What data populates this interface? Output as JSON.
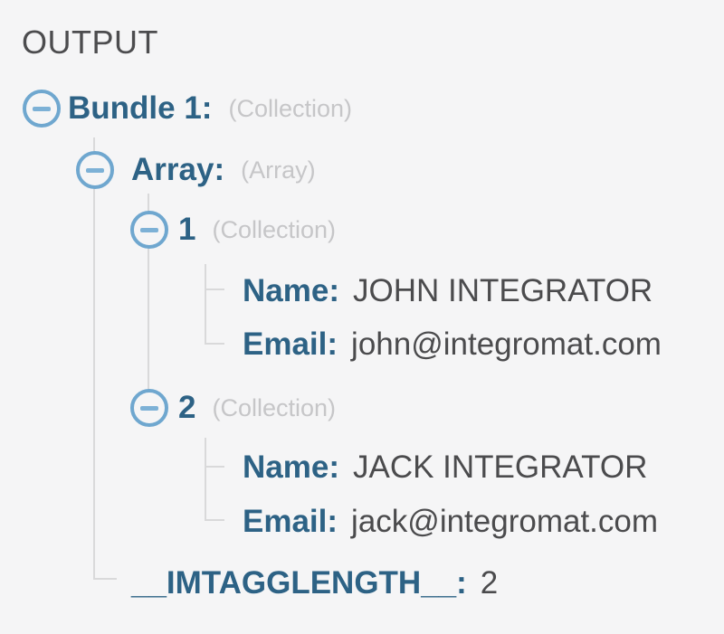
{
  "panel": {
    "title": "OUTPUT"
  },
  "tree": {
    "bundle": {
      "key": "Bundle 1:",
      "type": "(Collection)"
    },
    "array": {
      "key": "Array:",
      "type": "(Array)"
    },
    "item1": {
      "key": "1",
      "type": "(Collection)"
    },
    "item1_name": {
      "key": "Name:",
      "value": "JOHN INTEGRATOR"
    },
    "item1_email": {
      "key": "Email:",
      "value": "john@integromat.com"
    },
    "item2": {
      "key": "2",
      "type": "(Collection)"
    },
    "item2_name": {
      "key": "Name:",
      "value": "JACK INTEGRATOR"
    },
    "item2_email": {
      "key": "Email:",
      "value": "jack@integromat.com"
    },
    "length": {
      "key": "__IMTAGGLENGTH__:",
      "value": "2"
    }
  },
  "icons": {
    "collapse": "minus-circle"
  },
  "colors": {
    "background": "#f5f5f6",
    "header_text": "#4c4c4e",
    "key_blue": "#2d6285",
    "value_gray": "#4b4b4d",
    "type_gray": "#c6c6c8",
    "guide_line": "#d9d9da",
    "icon_blue": "#6fa7cf",
    "icon_bar_blue": "#7db1d6"
  }
}
